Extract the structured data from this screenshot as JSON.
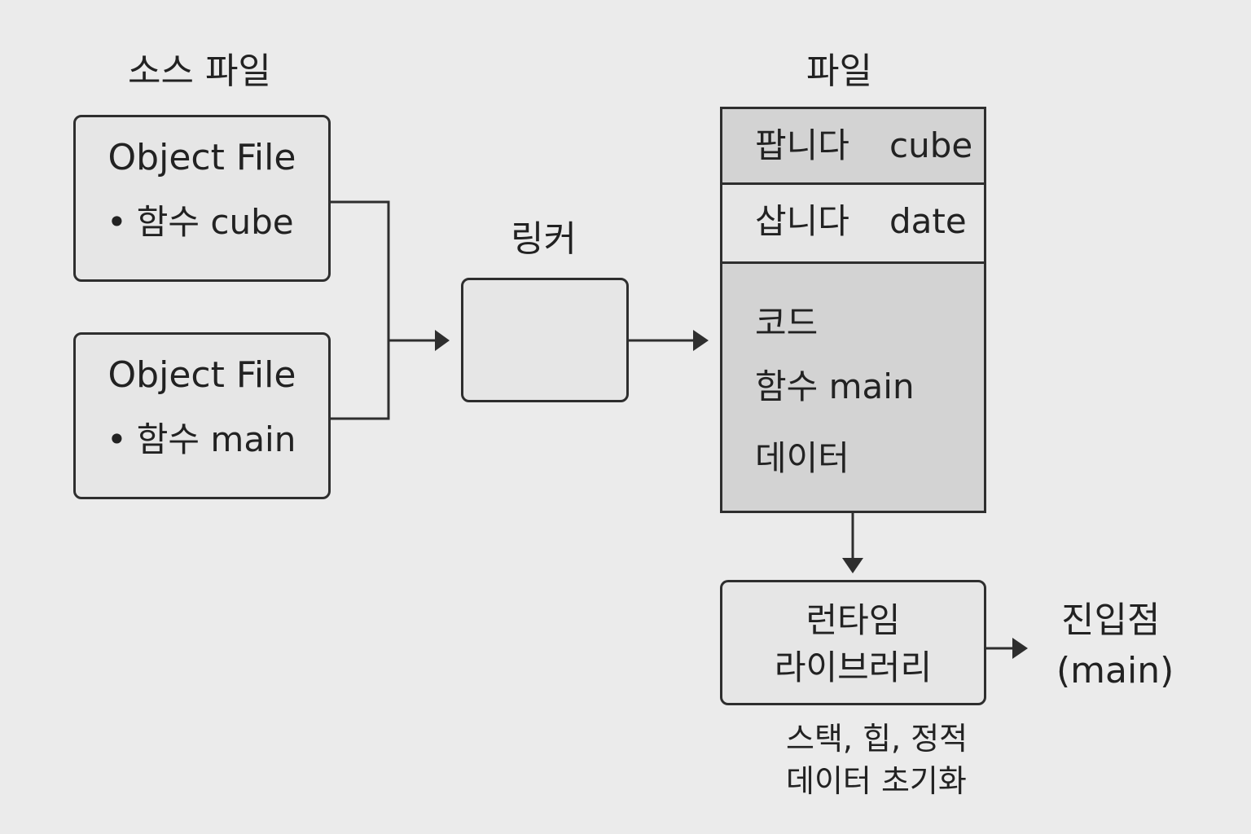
{
  "headings": {
    "source_files": "소스 파일",
    "linker": "링커",
    "file": "파일"
  },
  "object_files": [
    {
      "title": "Object File",
      "bullet": "•",
      "item": "함수 cube"
    },
    {
      "title": "Object File",
      "bullet": "•",
      "item": "함수 main"
    }
  ],
  "file_sections": {
    "export": {
      "label": "팝니다",
      "value": "cube"
    },
    "import": {
      "label": "삽니다",
      "value": "date"
    },
    "code": {
      "label": "코드",
      "function": "함수 main",
      "data": "데이터"
    }
  },
  "runtime": {
    "line1": "런타임",
    "line2": "라이브러리"
  },
  "entry": {
    "line1": "진입점",
    "line2": "(main)"
  },
  "init_note": {
    "line1": "스택, 힙, 정적",
    "line2": "데이터 초기화"
  },
  "colors": {
    "background": "#ebebeb",
    "box_fill": "#e6e6e6",
    "file_fill": "#d3d3d3",
    "stroke": "#2e2e2e"
  }
}
